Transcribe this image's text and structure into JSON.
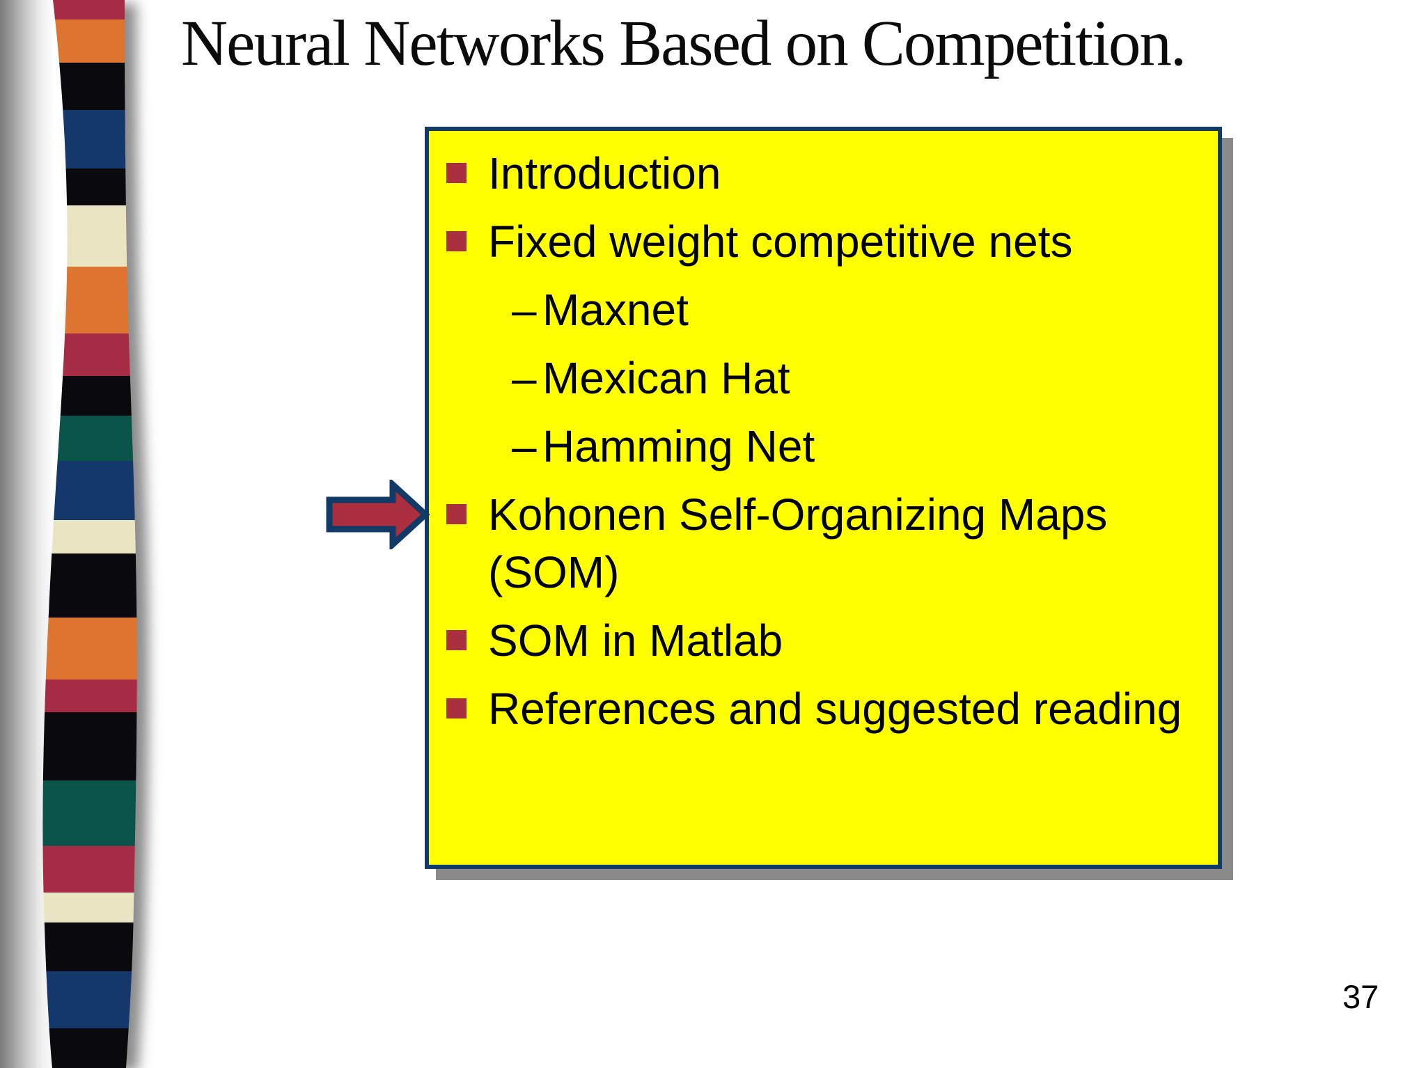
{
  "slide": {
    "title": "Neural Networks Based on Competition.",
    "page_number": "37"
  },
  "agenda": {
    "dash": "–",
    "items": [
      {
        "label": "Introduction"
      },
      {
        "label": "Fixed weight competitive nets",
        "sub": [
          "Maxnet",
          "Mexican Hat",
          "Hamming Net"
        ]
      },
      {
        "label": "Kohonen Self-Organizing Maps (SOM)",
        "pointed": true
      },
      {
        "label": "SOM in Matlab"
      },
      {
        "label": "References and suggested reading"
      }
    ]
  },
  "colors": {
    "box_background": "#ffff00",
    "box_border": "#123a67",
    "box_shadow": "#8a8a8a",
    "bullet": "#a8303f",
    "arrow_fill": "#ab2f3f",
    "arrow_outline": "#123a67",
    "title_text": "#0b0b0b",
    "body_text": "#000000"
  },
  "ribbon": {
    "stripes": [
      {
        "color": "#a62b45",
        "to": 28
      },
      {
        "color": "#dd7530",
        "to": 90
      },
      {
        "color": "#0a0a0e",
        "to": 158
      },
      {
        "color": "#14386b",
        "to": 242
      },
      {
        "color": "#0a0a0e",
        "to": 295
      },
      {
        "color": "#e9e5c2",
        "to": 383
      },
      {
        "color": "#dd7530",
        "to": 479
      },
      {
        "color": "#a62b45",
        "to": 540
      },
      {
        "color": "#0a0a0e",
        "to": 597
      },
      {
        "color": "#0b5449",
        "to": 662
      },
      {
        "color": "#14386b",
        "to": 747
      },
      {
        "color": "#e9e5c2",
        "to": 795
      },
      {
        "color": "#0a0a0e",
        "to": 887
      },
      {
        "color": "#dd7530",
        "to": 976
      },
      {
        "color": "#a62b45",
        "to": 1023
      },
      {
        "color": "#0a0a0e",
        "to": 1121
      },
      {
        "color": "#0b5449",
        "to": 1215
      },
      {
        "color": "#a62b45",
        "to": 1282
      },
      {
        "color": "#e9e5c2",
        "to": 1325
      },
      {
        "color": "#0a0a0e",
        "to": 1395
      },
      {
        "color": "#14386b",
        "to": 1477
      },
      {
        "color": "#0a0a0e",
        "to": 1534
      }
    ]
  }
}
